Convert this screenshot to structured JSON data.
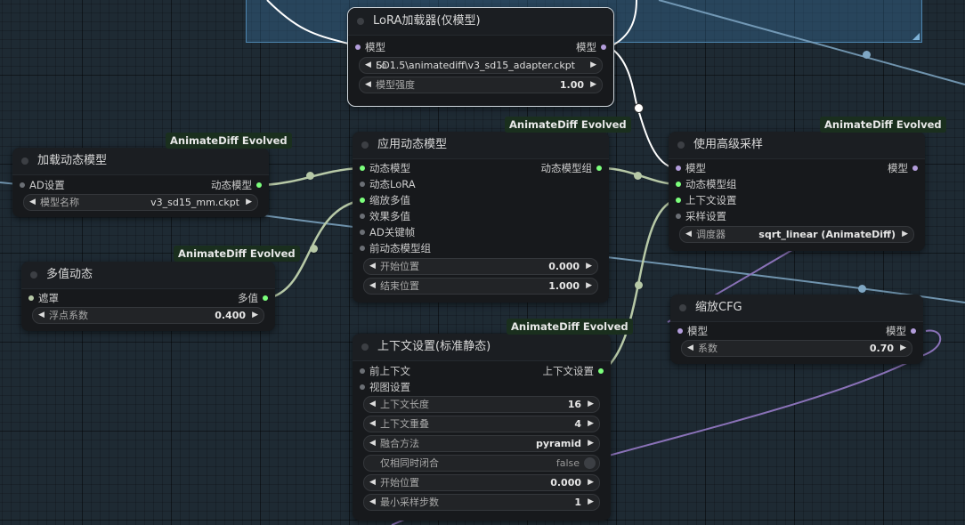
{
  "colors": {
    "background": "#1e2a33",
    "node_bg": "#17191c",
    "badge_bg": "#1a2f1e",
    "model_link": "#ffffff",
    "motion_link": "#b7c9a7",
    "purple_link": "#8a72b8",
    "blue_link": "#7fa7c4"
  },
  "nodes": {
    "lora": {
      "title": "LoRA加载器(仅模型)",
      "in_model": "模型",
      "out_model": "模型",
      "lora_name_label": "Lo",
      "lora_name_value": "SD1.5\\animatediff\\v3_sd15_adapter.ckpt",
      "strength_label": "模型强度",
      "strength_value": "1.00"
    },
    "load_motion": {
      "badge": "AnimateDiff Evolved",
      "title": "加载动态模型",
      "in_ad": "AD设置",
      "out_motion": "动态模型",
      "model_name_label": "模型名称",
      "model_name_value": "v3_sd15_mm.ckpt"
    },
    "multival": {
      "badge": "AnimateDiff Evolved",
      "title": "多值动态",
      "in_mask": "遮罩",
      "out_multival": "多值",
      "float_label": "浮点系数",
      "float_value": "0.400"
    },
    "apply_motion": {
      "badge": "AnimateDiff Evolved",
      "title": "应用动态模型",
      "in_motion": "动态模型",
      "in_motion_lora": "动态LoRA",
      "in_scale": "缩放多值",
      "in_effect": "效果多值",
      "in_keyframes": "AD关键帧",
      "in_prev": "前动态模型组",
      "out_group": "动态模型组",
      "start_label": "开始位置",
      "start_value": "0.000",
      "end_label": "结束位置",
      "end_value": "1.000"
    },
    "context": {
      "badge": "AnimateDiff Evolved",
      "title": "上下文设置(标准静态)",
      "in_prev": "前上下文",
      "in_view": "视图设置",
      "out_context": "上下文设置",
      "length_label": "上下文长度",
      "length_value": "16",
      "overlap_label": "上下文重叠",
      "overlap_value": "4",
      "fuse_label": "融合方法",
      "fuse_value": "pyramid",
      "closed_label": "仅相同时闭合",
      "closed_value": "false",
      "start_label": "开始位置",
      "start_value": "0.000",
      "minsteps_label": "最小采样步数",
      "minsteps_value": "1"
    },
    "sampling": {
      "badge": "AnimateDiff Evolved",
      "title": "使用高级采样",
      "in_model": "模型",
      "in_group": "动态模型组",
      "in_context": "上下文设置",
      "in_sample": "采样设置",
      "out_model": "模型",
      "beta_label": "调度器",
      "beta_value": "sqrt_linear (AnimateDiff)"
    },
    "cfg": {
      "title": "缩放CFG",
      "in_model": "模型",
      "out_model": "模型",
      "factor_label": "系数",
      "factor_value": "0.70"
    }
  }
}
